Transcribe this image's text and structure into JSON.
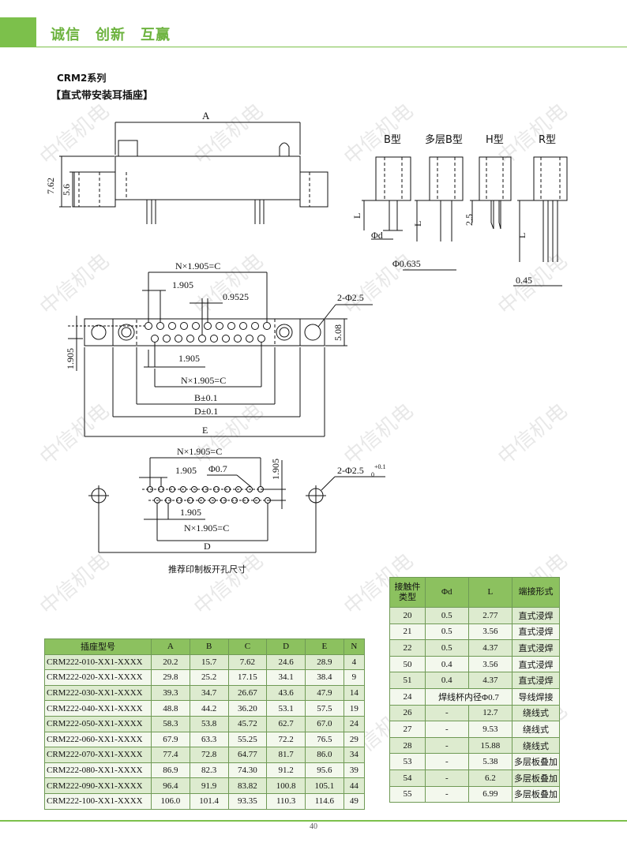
{
  "header": {
    "slogan": "诚信　创新　互赢",
    "brand_color": "#7cc04b"
  },
  "series": "CRM2系列",
  "subtitle": "【直式带安装耳插座】",
  "watermark": "中信机电",
  "drawing_labels": {
    "dim_a": "A",
    "dim_762": "7.62",
    "dim_56": "5.6",
    "type_b": "B型",
    "type_multi_b": "多层B型",
    "type_h": "H型",
    "type_r": "R型",
    "l1": "L",
    "l2": "L",
    "l3": "L",
    "phi_d": "Φd",
    "dim_25": "2.5",
    "phi_0635": "Φ0.635",
    "dim_045": "0.45",
    "pitch_nc_top": "N×1.905=C",
    "pitch_1905_a": "1.905",
    "pitch_09525": "0.9525",
    "hole_2phi25": "2-Φ2.5",
    "dim_508": "5.08",
    "side_1905": "1.905",
    "pitch_1905_b": "1.905",
    "pitch_nc_mid": "N×1.905=C",
    "dim_b": "B±0.1",
    "dim_d": "D±0.1",
    "dim_e": "E",
    "pcb_nc_top": "N×1.905=C",
    "pcb_1905_a": "1.905",
    "pcb_phi07": "Φ0.7",
    "pcb_1905_side": "1.905",
    "pcb_hole": "2-Φ2.5",
    "pcb_tol_plus": "+0.1",
    "pcb_tol_zero": "0",
    "pcb_1905_b": "1.905",
    "pcb_nc_bot": "N×1.905=C",
    "pcb_d": "D",
    "pcb_caption": "推荐印制板开孔尺寸"
  },
  "main_table": {
    "headers": [
      "插座型号",
      "A",
      "B",
      "C",
      "D",
      "E",
      "N"
    ],
    "rows": [
      [
        "CRM222-010-XX1-XXXX",
        "20.2",
        "15.7",
        "7.62",
        "24.6",
        "28.9",
        "4"
      ],
      [
        "CRM222-020-XX1-XXXX",
        "29.8",
        "25.2",
        "17.15",
        "34.1",
        "38.4",
        "9"
      ],
      [
        "CRM222-030-XX1-XXXX",
        "39.3",
        "34.7",
        "26.67",
        "43.6",
        "47.9",
        "14"
      ],
      [
        "CRM222-040-XX1-XXXX",
        "48.8",
        "44.2",
        "36.20",
        "53.1",
        "57.5",
        "19"
      ],
      [
        "CRM222-050-XX1-XXXX",
        "58.3",
        "53.8",
        "45.72",
        "62.7",
        "67.0",
        "24"
      ],
      [
        "CRM222-060-XX1-XXXX",
        "67.9",
        "63.3",
        "55.25",
        "72.2",
        "76.5",
        "29"
      ],
      [
        "CRM222-070-XX1-XXXX",
        "77.4",
        "72.8",
        "64.77",
        "81.7",
        "86.0",
        "34"
      ],
      [
        "CRM222-080-XX1-XXXX",
        "86.9",
        "82.3",
        "74.30",
        "91.2",
        "95.6",
        "39"
      ],
      [
        "CRM222-090-XX1-XXXX",
        "96.4",
        "91.9",
        "83.82",
        "100.8",
        "105.1",
        "44"
      ],
      [
        "CRM222-100-XX1-XXXX",
        "106.0",
        "101.4",
        "93.35",
        "110.3",
        "114.6",
        "49"
      ]
    ]
  },
  "contact_table": {
    "headers": [
      "接触件类型",
      "Φd",
      "L",
      "端接形式"
    ],
    "rows": [
      [
        "20",
        "0.5",
        "2.77",
        "直式浸焊"
      ],
      [
        "21",
        "0.5",
        "3.56",
        "直式浸焊"
      ],
      [
        "22",
        "0.5",
        "4.37",
        "直式浸焊"
      ],
      [
        "50",
        "0.4",
        "3.56",
        "直式浸焊"
      ],
      [
        "51",
        "0.4",
        "4.37",
        "直式浸焊"
      ],
      [
        "24",
        "焊线杯内径Φ0.7",
        "",
        "导线焊接"
      ],
      [
        "26",
        "-",
        "12.7",
        "绕线式"
      ],
      [
        "27",
        "-",
        "9.53",
        "绕线式"
      ],
      [
        "28",
        "-",
        "15.88",
        "绕线式"
      ],
      [
        "53",
        "-",
        "5.38",
        "多层板叠加"
      ],
      [
        "54",
        "-",
        "6.2",
        "多层板叠加"
      ],
      [
        "55",
        "-",
        "6.99",
        "多层板叠加"
      ]
    ]
  },
  "page_number": "40"
}
